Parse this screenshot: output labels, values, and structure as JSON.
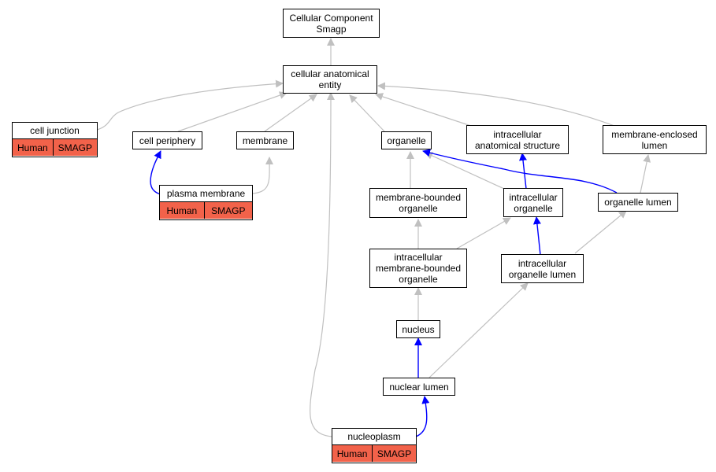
{
  "diagram": {
    "nodes": {
      "root": "Cellular Component\nSmagp",
      "cae": "cellular anatomical\nentity",
      "cell_periphery": "cell periphery",
      "membrane": "membrane",
      "organelle": "organelle",
      "intracellular_structure": "intracellular\nanatomical structure",
      "membrane_enclosed_lumen": "membrane-enclosed\nlumen",
      "membrane_bounded_organelle": "membrane-bounded\norganelle",
      "intracellular_organelle": "intracellular\norganelle",
      "organelle_lumen": "organelle lumen",
      "intracellular_mbo": "intracellular\nmembrane-bounded\norganelle",
      "intracellular_organelle_lumen": "intracellular\norganelle lumen",
      "nucleus": "nucleus",
      "nuclear_lumen": "nuclear lumen"
    },
    "annotated": {
      "cell_junction": {
        "label": "cell junction",
        "species": "Human",
        "gene": "SMAGP"
      },
      "plasma_membrane": {
        "label": "plasma membrane",
        "species": "Human",
        "gene": "SMAGP"
      },
      "nucleoplasm": {
        "label": "nucleoplasm",
        "species": "Human",
        "gene": "SMAGP"
      }
    },
    "colors": {
      "edge_is_a": "#c0c0c0",
      "edge_part_of": "#0000ff",
      "annotation_fill": "#f2624a"
    }
  }
}
